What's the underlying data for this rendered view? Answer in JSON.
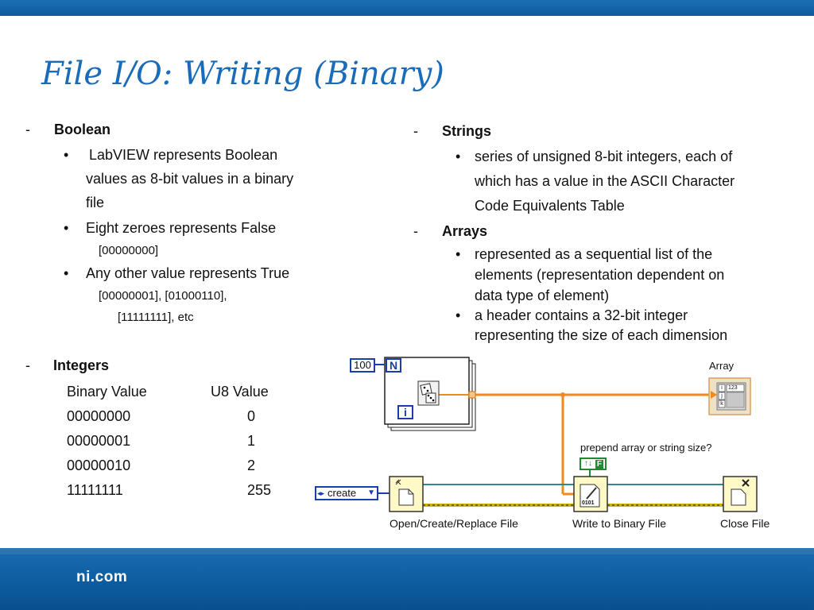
{
  "title": "File I/O: Writing (Binary)",
  "footer": {
    "brand": "ni.com"
  },
  "boolean": {
    "dash": "-",
    "heading": "Boolean",
    "bullets": [
      [
        "LabVIEW represents Boolean",
        "values as 8-bit values in a binary",
        "file"
      ],
      [
        "Eight zeroes represents False"
      ],
      [
        "Any other value represents True"
      ]
    ],
    "false_example": "[00000000]",
    "true_example_1": "[00000001], [01000110],",
    "true_example_2": "[11111111], etc"
  },
  "integers": {
    "dash": "-",
    "heading": "Integers",
    "columns": [
      "Binary Value",
      "U8 Value"
    ],
    "rows": [
      [
        "00000000",
        "0"
      ],
      [
        "00000001",
        "1"
      ],
      [
        "00000010",
        "2"
      ],
      [
        "11111111",
        "255"
      ]
    ]
  },
  "strings": {
    "dash": "-",
    "heading": "Strings",
    "bullet": [
      "series of unsigned 8-bit integers, each of",
      "which has a value in the ASCII Character",
      "Code Equivalents Table"
    ]
  },
  "arrays": {
    "dash": "-",
    "heading": "Arrays",
    "bullets": [
      [
        "represented as a sequential list of the",
        "elements (representation dependent on",
        "data type of element)"
      ],
      [
        "a  header contains a 32-bit integer",
        "representing the size of each dimension"
      ]
    ]
  },
  "bullet_char": "•",
  "diagram": {
    "count_constant": "100",
    "loop_count_terminal": "N",
    "loop_index_terminal": "i",
    "array_label": "Array",
    "array_index_1": "i",
    "array_index_2": "j",
    "array_index_3": "k",
    "array_value": "123",
    "prepend_label": "prepend array or string size?",
    "prepend_value": "F",
    "create_enum": "create",
    "open_file_label": "Open/Create/Replace File",
    "write_binary_label": "Write to Binary File",
    "write_binary_icon_text": "0101",
    "close_file_label": "Close File",
    "colors": {
      "numeric_wire": "#f08a1e",
      "refnum_wire": "#2a8a8e",
      "error_wire": "#c9b400",
      "boolean_wire": "#1f8a30",
      "enum_wire": "#1a3fa8"
    }
  }
}
